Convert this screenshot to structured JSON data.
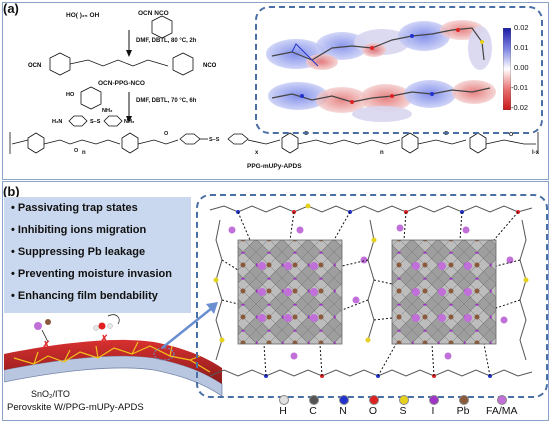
{
  "panel_a": {
    "label": "(a)",
    "reagent_top_left": "HO( )₂₅ OH",
    "reagent_top_right": "OCN   NCO",
    "step1": "DMF, DBTL, 80 °C, 2h",
    "intermediate": "OCN-PPG-NCO",
    "reagent_mupy": "H₂N",
    "reagent_apds": "H₂N–⬡–S–S–⬡–NH₂",
    "step2": "DMF, DBTL, 70 °C, 6h",
    "product": "PPG-mUPy-APDS",
    "subscripts": [
      "x",
      "n",
      "n",
      "l-x"
    ],
    "colorbar_ticks": [
      "0.02",
      "0.01",
      "0.00",
      "-0.01",
      "-0.02"
    ]
  },
  "panel_b": {
    "label": "(b)",
    "bullets": [
      "Passivating trap states",
      "Inhibiting ions migration",
      "Suppressing Pb leakage",
      "Preventing moisture invasion",
      "Enhancing film bendability"
    ],
    "substrate_label": "SnO₂/ITO",
    "film_label": "Perovskite W/PPG-mUPy-APDS",
    "legend": [
      {
        "label": "H",
        "color": "#e0e0e0"
      },
      {
        "label": "C",
        "color": "#555555"
      },
      {
        "label": "N",
        "color": "#2233cc"
      },
      {
        "label": "O",
        "color": "#dd2222"
      },
      {
        "label": "S",
        "color": "#e6d21e"
      },
      {
        "label": "I",
        "color": "#a033c8"
      },
      {
        "label": "Pb",
        "color": "#8b5a3c"
      },
      {
        "label": "FA/MA",
        "color": "#c070d8"
      }
    ]
  }
}
